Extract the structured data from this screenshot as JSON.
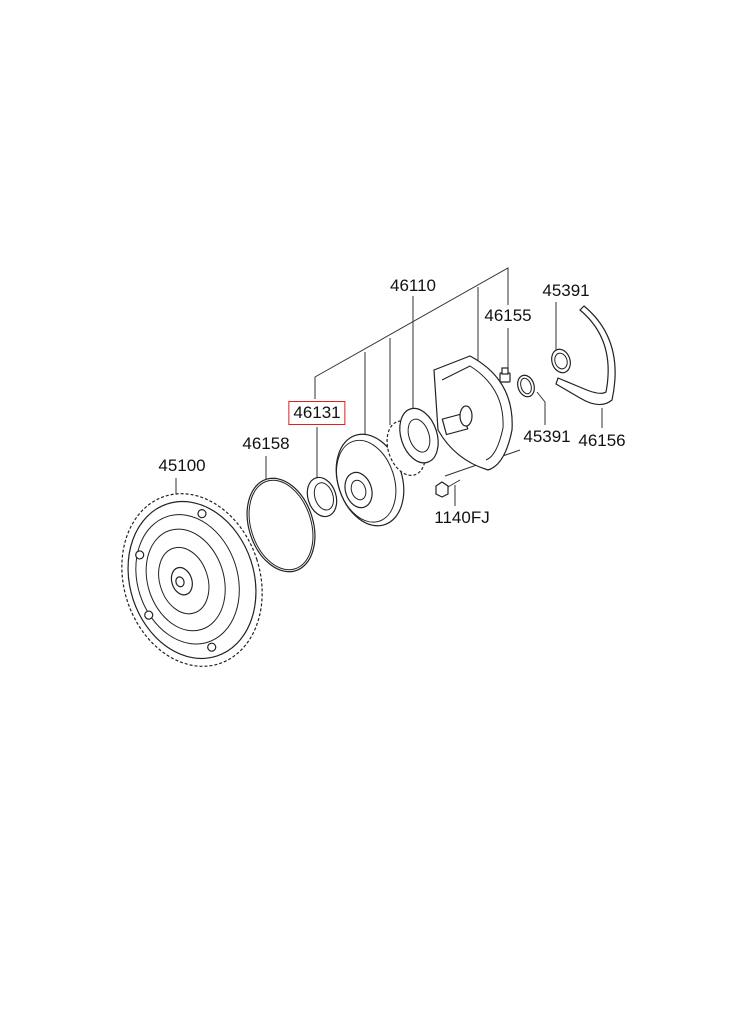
{
  "diagram": {
    "parts": [
      {
        "id": "torque-converter",
        "label": "45100"
      },
      {
        "id": "o-ring",
        "label": "46158"
      },
      {
        "id": "oil-seal",
        "label": "46131",
        "highlighted": true
      },
      {
        "id": "oil-pump-assembly",
        "label": "46110"
      },
      {
        "id": "plug",
        "label": "46155"
      },
      {
        "id": "seal-ring-top",
        "label": "45391"
      },
      {
        "id": "seal-ring-bottom",
        "label": "45391"
      },
      {
        "id": "gasket",
        "label": "46156"
      },
      {
        "id": "bolt",
        "label": "1140FJ"
      }
    ],
    "highlight_color": "#e02020"
  }
}
